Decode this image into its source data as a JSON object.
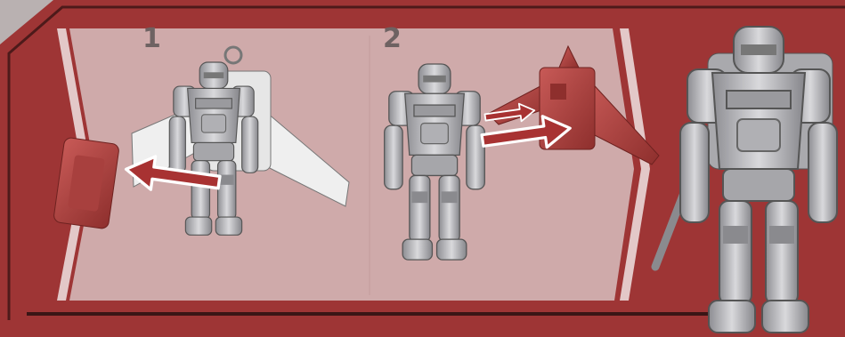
{
  "steps": [
    {
      "number": "1",
      "action": "remove-backpack"
    },
    {
      "number": "2",
      "action": "attach-jetpack-wings"
    }
  ],
  "colors": {
    "frame_red": "#9e3535",
    "frame_dark": "#5a1e1e",
    "panel_pink": "#cfaaaa",
    "accessory_red": "#b84a48",
    "arrow_red": "#a83232",
    "robot_silver": "#c4c4c6",
    "robot_shadow": "#6a6a6e",
    "wing_white": "#eeeeee"
  },
  "icons": [
    "robot-figure",
    "backpack-part",
    "jetpack-wings",
    "arrow-left",
    "arrow-right"
  ]
}
